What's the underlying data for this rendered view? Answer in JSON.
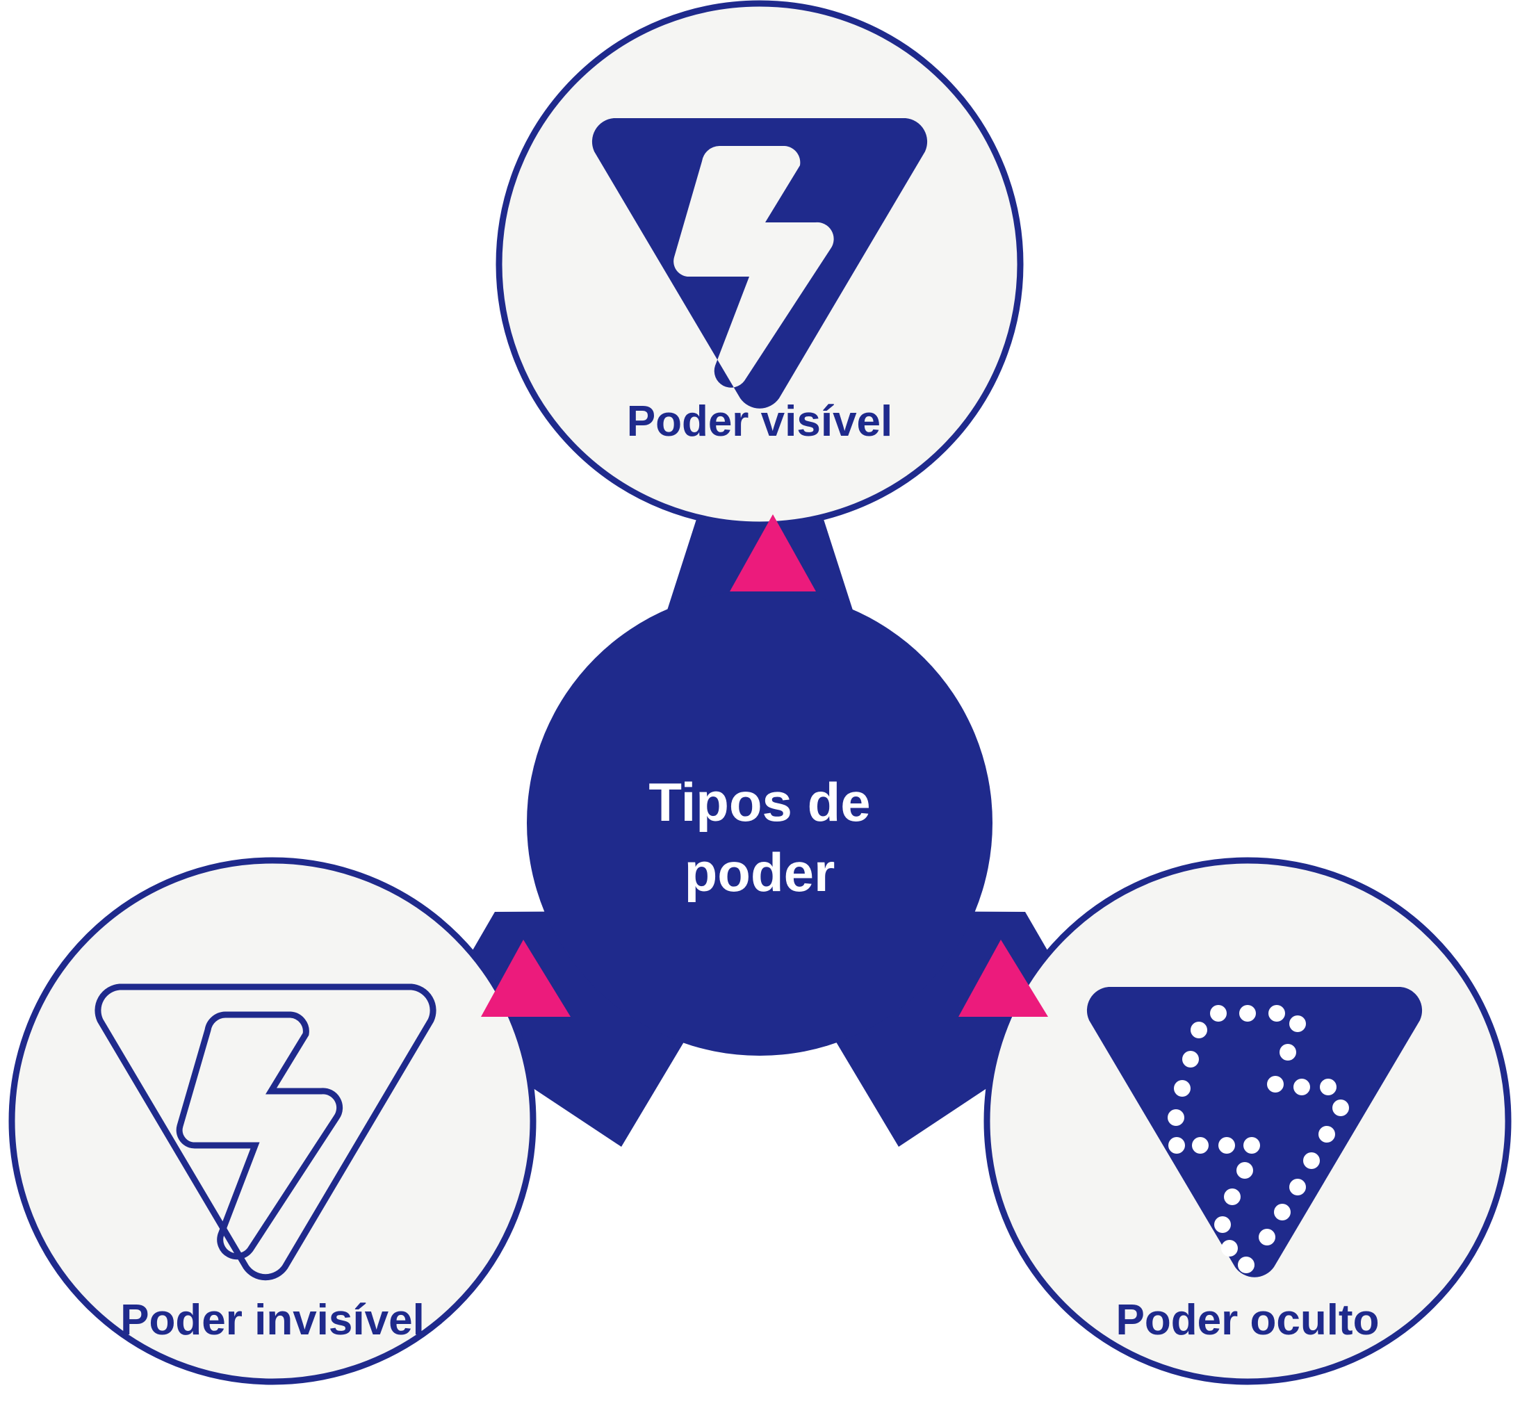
{
  "diagram": {
    "type": "hub-and-spoke",
    "title": "Tipos de poder",
    "hub": {
      "label_line1": "Tipos de",
      "label_line2": "poder",
      "fill_color": "#1f2a8c",
      "text_color": "#ffffff"
    },
    "colors": {
      "brand_blue": "#1f2a8c",
      "accent_pink": "#ec1b7c",
      "node_fill": "#f5f5f3",
      "white": "#ffffff",
      "background": "#ffffff"
    },
    "nodes": [
      {
        "id": "poder-visivel",
        "label": "Poder visível",
        "position": "top",
        "icon": "lightning-bolt-triangle-filled-icon",
        "icon_style": "filled"
      },
      {
        "id": "poder-invisivel",
        "label": "Poder invisível",
        "position": "bottom-left",
        "icon": "lightning-bolt-triangle-outline-icon",
        "icon_style": "outline"
      },
      {
        "id": "poder-oculto",
        "label": "Poder oculto",
        "position": "bottom-right",
        "icon": "lightning-bolt-triangle-dotted-icon",
        "icon_style": "dotted"
      }
    ],
    "connectors": [
      {
        "id": "connector-top",
        "from": "hub",
        "to": "poder-visivel",
        "marker": "triangle-up-marker",
        "marker_color": "#ec1b7c"
      },
      {
        "id": "connector-bottom-left",
        "from": "hub",
        "to": "poder-invisivel",
        "marker": "triangle-up-marker",
        "marker_color": "#ec1b7c"
      },
      {
        "id": "connector-bottom-right",
        "from": "hub",
        "to": "poder-oculto",
        "marker": "triangle-up-marker",
        "marker_color": "#ec1b7c"
      }
    ]
  }
}
